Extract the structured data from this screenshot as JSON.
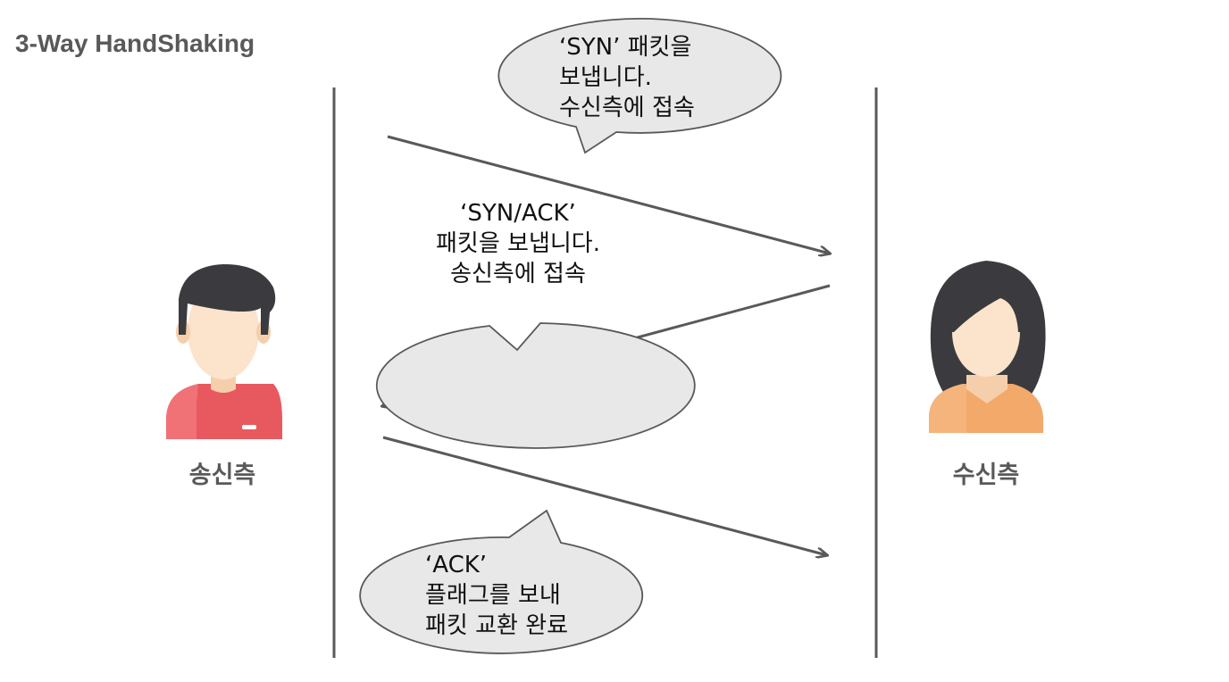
{
  "title": "3-Way HandShaking",
  "participants": {
    "sender": {
      "label": "송신측",
      "icon": "man-avatar-icon"
    },
    "receiver": {
      "label": "수신측",
      "icon": "woman-avatar-icon"
    }
  },
  "steps": [
    {
      "lines": [
        "‘SYN’ 패킷을",
        "보냅니다.",
        "수신측에 접속"
      ],
      "direction": "sender-to-receiver"
    },
    {
      "lines": [
        "‘SYN/ACK’",
        "패킷을 보냅니다.",
        "송신측에 접속"
      ],
      "direction": "receiver-to-sender"
    },
    {
      "lines": [
        "‘ACK’",
        "플래그를 보내",
        "패킷 교환 완료"
      ],
      "direction": "sender-to-receiver"
    }
  ],
  "colors": {
    "line": "#595959",
    "bubble_fill": "#e8e8e8",
    "bubble_stroke": "#595959",
    "hair": "#3b3b3f",
    "skin": "#fbe3cc",
    "sender_shirt": "#e8595f",
    "receiver_shirt": "#f2a96a"
  }
}
